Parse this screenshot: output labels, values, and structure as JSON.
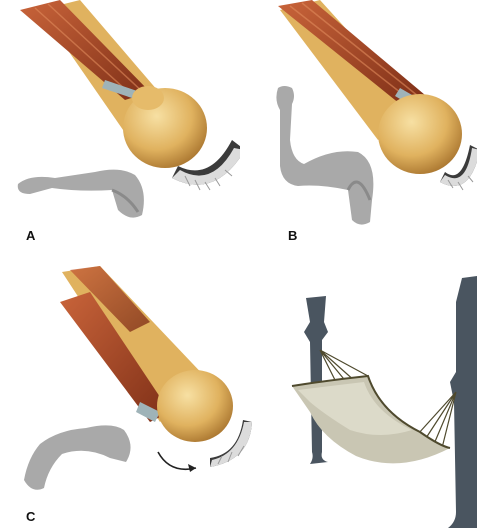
{
  "panels": [
    {
      "id": "A",
      "label": "A"
    },
    {
      "id": "B",
      "label": "B"
    },
    {
      "id": "C",
      "label": "C"
    }
  ],
  "colors": {
    "muscle": "#b5542a",
    "muscle_dark": "#7e2f17",
    "bone": "#e0b25f",
    "bone_light": "#f3d590",
    "bone_shadow": "#b9853a",
    "tendon": "#9fb3b8",
    "socket_rim": "#3b3b3b",
    "socket_fill": "#ececec",
    "skin": "#a9a9a9",
    "skin_dark": "#8a8a8a",
    "tree": "#4a5560",
    "hammock": "#c9c6b3",
    "rope": "#4f4a2e"
  },
  "icons": [
    "rotation-arrow-icon"
  ]
}
